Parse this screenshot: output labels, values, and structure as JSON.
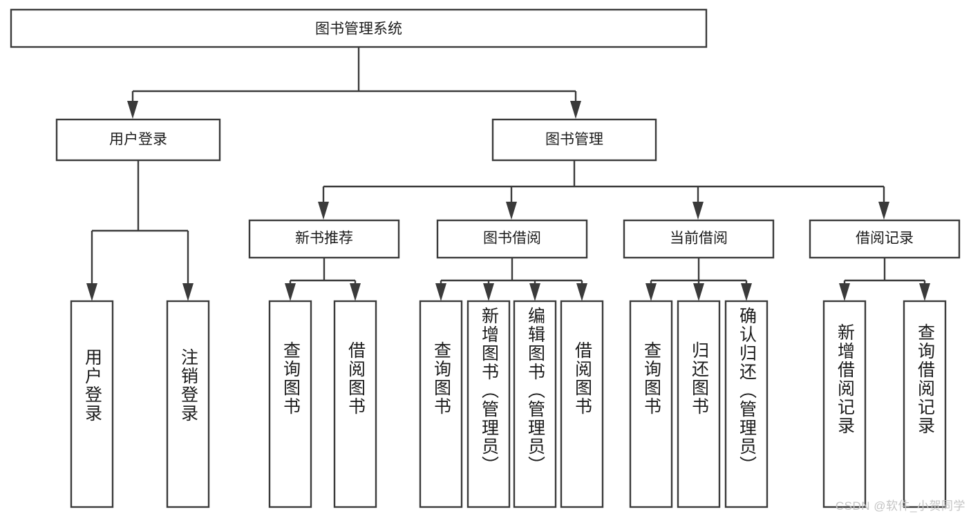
{
  "diagram": {
    "type": "tree",
    "title_node": {
      "label": "图书管理系统"
    },
    "level2": [
      {
        "id": "user-login",
        "label": "用户登录"
      },
      {
        "id": "book-management",
        "label": "图书管理"
      }
    ],
    "level3": [
      {
        "id": "new-book-recommend",
        "label": "新书推荐",
        "parent": "book-management"
      },
      {
        "id": "book-borrow",
        "label": "图书借阅",
        "parent": "book-management"
      },
      {
        "id": "current-borrow",
        "label": "当前借阅",
        "parent": "book-management"
      },
      {
        "id": "borrow-record",
        "label": "借阅记录",
        "parent": "book-management"
      }
    ],
    "leaves": [
      {
        "id": "leaf-user-login",
        "label": "用户登录",
        "parent": "user-login"
      },
      {
        "id": "leaf-logout",
        "label": "注销登录",
        "parent": "user-login"
      },
      {
        "id": "leaf-query-book-1",
        "label": "查询图书",
        "parent": "new-book-recommend"
      },
      {
        "id": "leaf-borrow-book-1",
        "label": "借阅图书",
        "parent": "new-book-recommend"
      },
      {
        "id": "leaf-query-book-2",
        "label": "查询图书",
        "parent": "book-borrow"
      },
      {
        "id": "leaf-add-book",
        "label": "新增图书（管理员）",
        "parent": "book-borrow"
      },
      {
        "id": "leaf-edit-book",
        "label": "编辑图书（管理员）",
        "parent": "book-borrow"
      },
      {
        "id": "leaf-borrow-book-2",
        "label": "借阅图书",
        "parent": "book-borrow"
      },
      {
        "id": "leaf-query-book-3",
        "label": "查询图书",
        "parent": "current-borrow"
      },
      {
        "id": "leaf-return-book",
        "label": "归还图书",
        "parent": "current-borrow"
      },
      {
        "id": "leaf-confirm-return",
        "label": "确认归还（管理员）",
        "parent": "current-borrow"
      },
      {
        "id": "leaf-add-record",
        "label": "新增借阅记录",
        "parent": "borrow-record"
      },
      {
        "id": "leaf-query-record",
        "label": "查询借阅记录",
        "parent": "borrow-record"
      }
    ]
  },
  "watermark": {
    "text": "CSDN @软件_小贺同学"
  },
  "colors": {
    "stroke": "#3a3a3a",
    "box_fill": "#ffffff",
    "text": "#1b1b1b",
    "watermark": "#c4c4c4",
    "background": "#ffffff"
  }
}
